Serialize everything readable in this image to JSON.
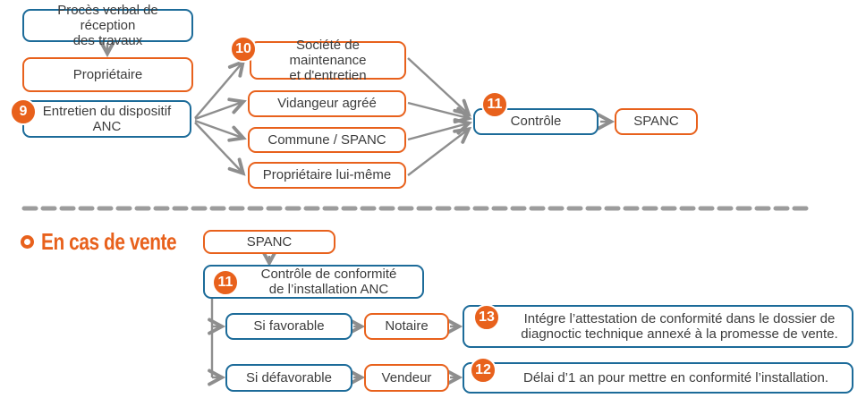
{
  "flow1": {
    "proces_verbal": "Procès verbal de réception\ndes travaux",
    "proprietaire": "Propriétaire",
    "entretien": "Entretien du dispositif\nANC",
    "entretien_badge": "9",
    "societe": "Société de maintenance\net d'entretien",
    "societe_badge": "10",
    "vidangeur": "Vidangeur agréé",
    "commune": "Commune / SPANC",
    "proprietaire_lui_meme": "Propriétaire lui-même",
    "controle": "Contrôle",
    "controle_badge": "11",
    "spanc": "SPANC"
  },
  "flow2": {
    "heading": "En cas de vente",
    "spanc": "SPANC",
    "controle_conformite": "Contrôle de conformité\nde l’installation ANC",
    "controle_conformite_badge": "11",
    "si_favorable": "Si favorable",
    "notaire": "Notaire",
    "notaire_outcome": "Intégre l’attestation de conformité dans le dossier de\ndiagnoctic technique annexé à la promesse de vente.",
    "notaire_outcome_badge": "13",
    "si_defavorable": "Si défavorable",
    "vendeur": "Vendeur",
    "vendeur_outcome": "Délai d’1 an pour mettre en conformité l’installation.",
    "vendeur_outcome_badge": "12"
  },
  "colors": {
    "orange": "#E8611C",
    "blue": "#1C6B99",
    "arrow": "#8E8E8E",
    "dash": "#9C9C9C",
    "text": "#3C3C3C"
  }
}
